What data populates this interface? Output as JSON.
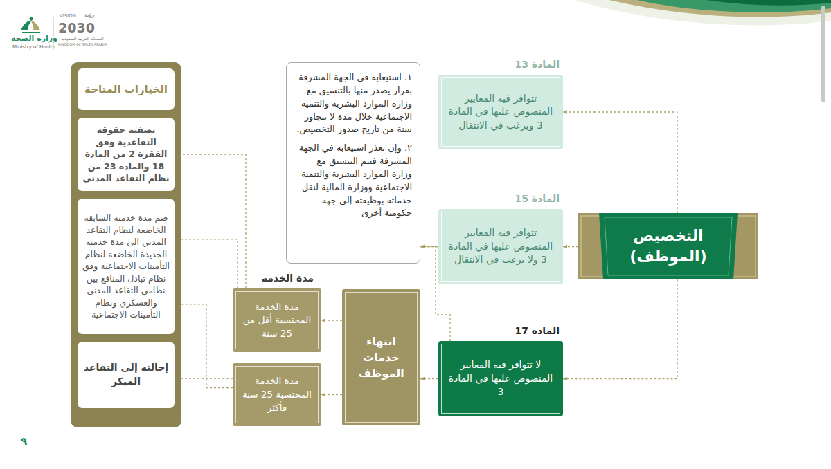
{
  "diagram": {
    "nodes": [
      {
        "text": [
          "التخصيص (الموظف)"
        ]
      },
      {
        "text": [
          "المادة 13",
          "تتوافر فيه المعايير المنصوص عليها في المادة 3 ويرغب في الانتقال"
        ]
      },
      {
        "text": [
          "المادة 15",
          "تتوافر فيه المعايير المنصوص عليها في المادة 3 ولا يرغب في الانتقال"
        ]
      },
      {
        "text": [
          "المادة 17",
          "لا تتوافر فيه المعايير المنصوص عليها في المادة 3"
        ]
      },
      {
        "text": [
          "١. استيعابه في الجهة المشرفة بقرار يصدر منها بالتنسيق مع وزارة الموارد البشرية والتنمية الاجتماعية خلال مدة لا تتجاوز سنة من تاريخ صدور التخصيص.",
          "٢. وإن تعذر استيعابه في الجهة المشرفة فيتم التنسيق مع وزارة الموارد البشرية والتنمية الاجتماعية ووزارة المالية لنقل خدماته بوظيفته إلى جهة حكومية أخرى"
        ]
      },
      {
        "text": [
          "انتهاء خدمات الموظف"
        ]
      },
      {
        "text": [
          "مدة الخدمة",
          "مدة الخدمة المحتسبة أقل من 25 سنة"
        ]
      },
      {
        "text": [
          "مدة الخدمة المحتسبة 25 سنة فأكثر"
        ]
      },
      {
        "text": [
          "الخيارات المتاحة"
        ]
      },
      {
        "text": [
          "تصفية حقوقه التقاعدية وفق الفقرة 2 من المادة 18 والمادة 23 من نظام التقاعد المدني"
        ],
        "in": 8
      },
      {
        "text": [
          "ضم مدة خدمته السابقة الخاضعة لنظام التقاعد المدني الى مدة خدمته الجديدة الخاضعة لنظام التأمينات الاجتماعية وفق نظام تبادل المنافع بين نظامي التقاعد المدني والعسكري ونظام التأمينات الاجتماعية"
        ],
        "in": 8
      },
      {
        "text": [
          "إحالته إلى التقاعد المبكر"
        ],
        "in": 8
      }
    ],
    "edges": [
      {
        "from": 0,
        "to": 1,
        "arrow": "to"
      },
      {
        "from": 0,
        "to": 2,
        "arrow": "to"
      },
      {
        "from": 0,
        "to": 3,
        "arrow": "to"
      },
      {
        "from": 2,
        "to": 4,
        "arrow": "to"
      },
      {
        "from": 3,
        "to": 4,
        "arrow": "to"
      },
      {
        "from": 3,
        "to": 5,
        "arrow": "to"
      },
      {
        "from": 5,
        "to": 6,
        "arrow": "to"
      },
      {
        "from": 5,
        "to": 7,
        "arrow": "to"
      },
      {
        "from": 6,
        "to": 9,
        "arrow": "to"
      },
      {
        "from": 6,
        "to": 10,
        "arrow": "to"
      },
      {
        "from": 7,
        "to": 10,
        "arrow": "to"
      },
      {
        "from": 7,
        "to": 11,
        "arrow": "to"
      }
    ],
    "labels": [
      "وزارة الصحة",
      "Ministry of Health",
      "VISION",
      "رؤية",
      "2030",
      "المملكة العربية السعودية",
      "KINGDOM OF SAUDI ARABIA",
      "٩"
    ]
  }
}
